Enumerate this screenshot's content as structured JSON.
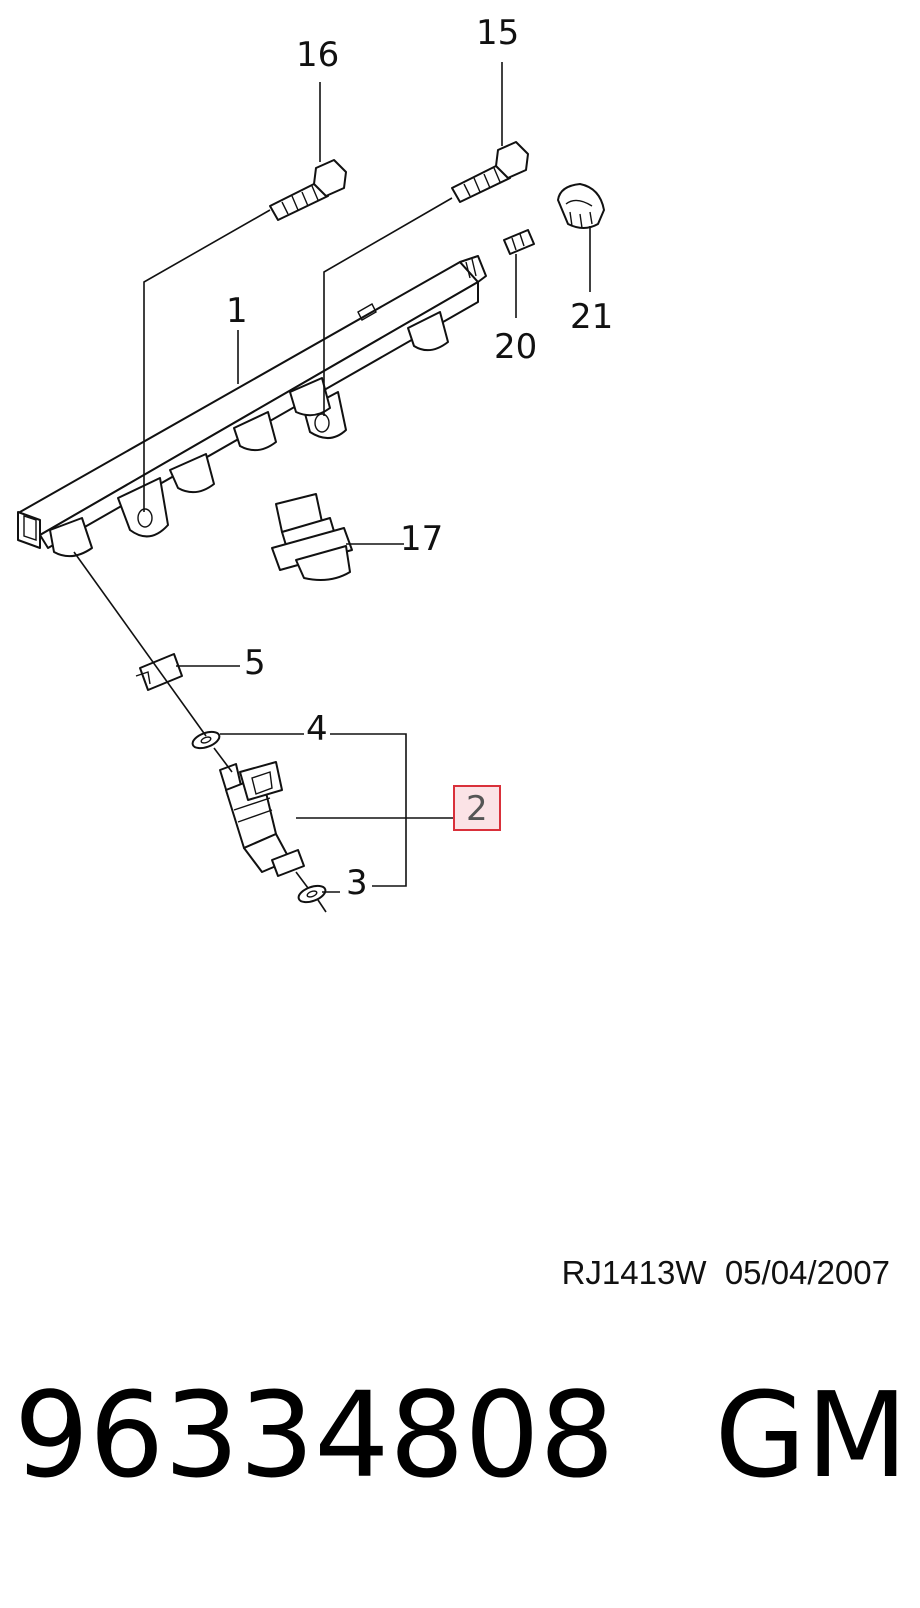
{
  "callouts": {
    "c16": "16",
    "c15": "15",
    "c1": "1",
    "c20": "20",
    "c21": "21",
    "c17": "17",
    "c5": "5",
    "c4": "4",
    "c2": "2",
    "c3": "3"
  },
  "reference": {
    "code": "RJ1413W",
    "date": "05/04/2007"
  },
  "footer": {
    "part_number": "96334808",
    "brand": "GM"
  },
  "colors": {
    "highlight_border": "#d9303a",
    "highlight_fill": "#fbe3e6"
  }
}
